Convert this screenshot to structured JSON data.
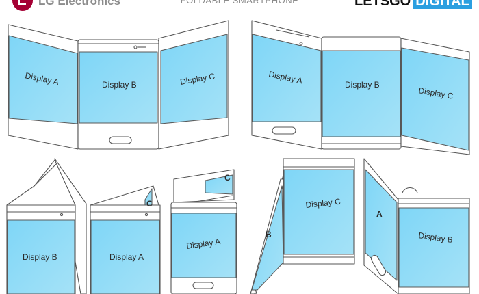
{
  "header": {
    "brand_left": "LG Electronics",
    "caption": "FOLDABLE SMARTPHONE",
    "brand_right_a": "LETSGO",
    "brand_right_b": "DIGITAL",
    "logo_icon": "lg-logo-icon"
  },
  "labels": {
    "display_a": "Display A",
    "display_b": "Display B",
    "display_c": "Display C",
    "short_a": "A",
    "short_b": "B",
    "short_c": "C"
  },
  "colors": {
    "screen": "#76d3f6",
    "screen_alt": "#a5e2f7",
    "accent": "#2b9fe0",
    "logo": "#a50034"
  }
}
